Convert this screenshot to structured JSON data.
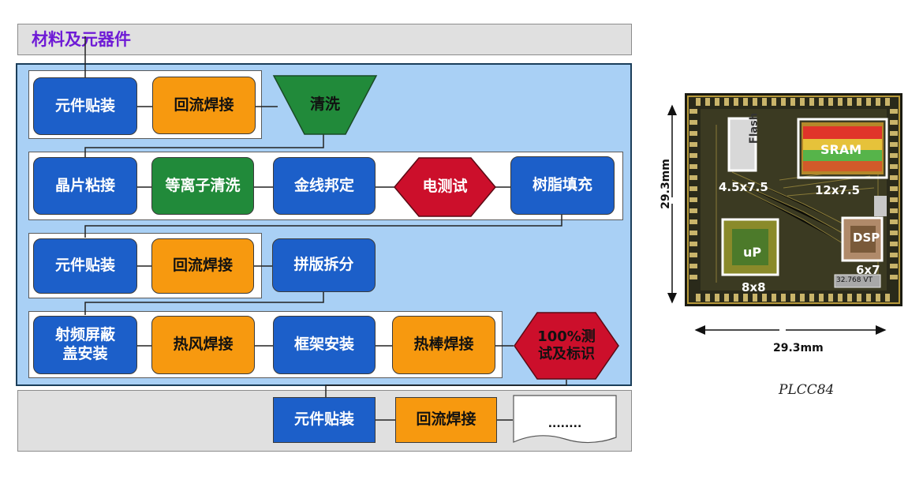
{
  "diagram": {
    "input_label": "材料及元器件",
    "row1": {
      "place": "元件贴装",
      "reflow": "回流焊接",
      "clean": "清洗"
    },
    "row2": {
      "die_attach": "晶片粘接",
      "plasma_clean": "等离子清洗",
      "wire_bond": "金线邦定",
      "electrical_test": "电测试",
      "resin_fill": "树脂填充"
    },
    "row3": {
      "place": "元件贴装",
      "reflow": "回流焊接",
      "depanel": "拼版拆分"
    },
    "row4": {
      "rf_shield": "射频屏蔽盖安装",
      "hot_air": "热风焊接",
      "frame_mount": "框架安装",
      "hot_bar": "热棒焊接",
      "final_test": "100%测试及标识"
    },
    "bottom": {
      "place": "元件贴装",
      "reflow": "回流焊接",
      "continue": "........"
    }
  },
  "module_photo": {
    "height_dim": "29.3mm",
    "width_dim": "29.3mm",
    "package": "PLCC84",
    "chips": [
      {
        "name": "Flash",
        "size": "4.5x7.5"
      },
      {
        "name": "SRAM",
        "size": "12x7.5"
      },
      {
        "name": "uP",
        "size": "8x8"
      },
      {
        "name": "DSP",
        "size": "6x7"
      }
    ],
    "crystal": "32.768 VT"
  },
  "colors": {
    "blue": "#1c5fc9",
    "orange": "#f7990f",
    "green": "#218a3a",
    "red": "#cc0f2b",
    "panel": "#a9d0f5",
    "band": "#e0e0e0",
    "title": "#6e1ad6"
  }
}
